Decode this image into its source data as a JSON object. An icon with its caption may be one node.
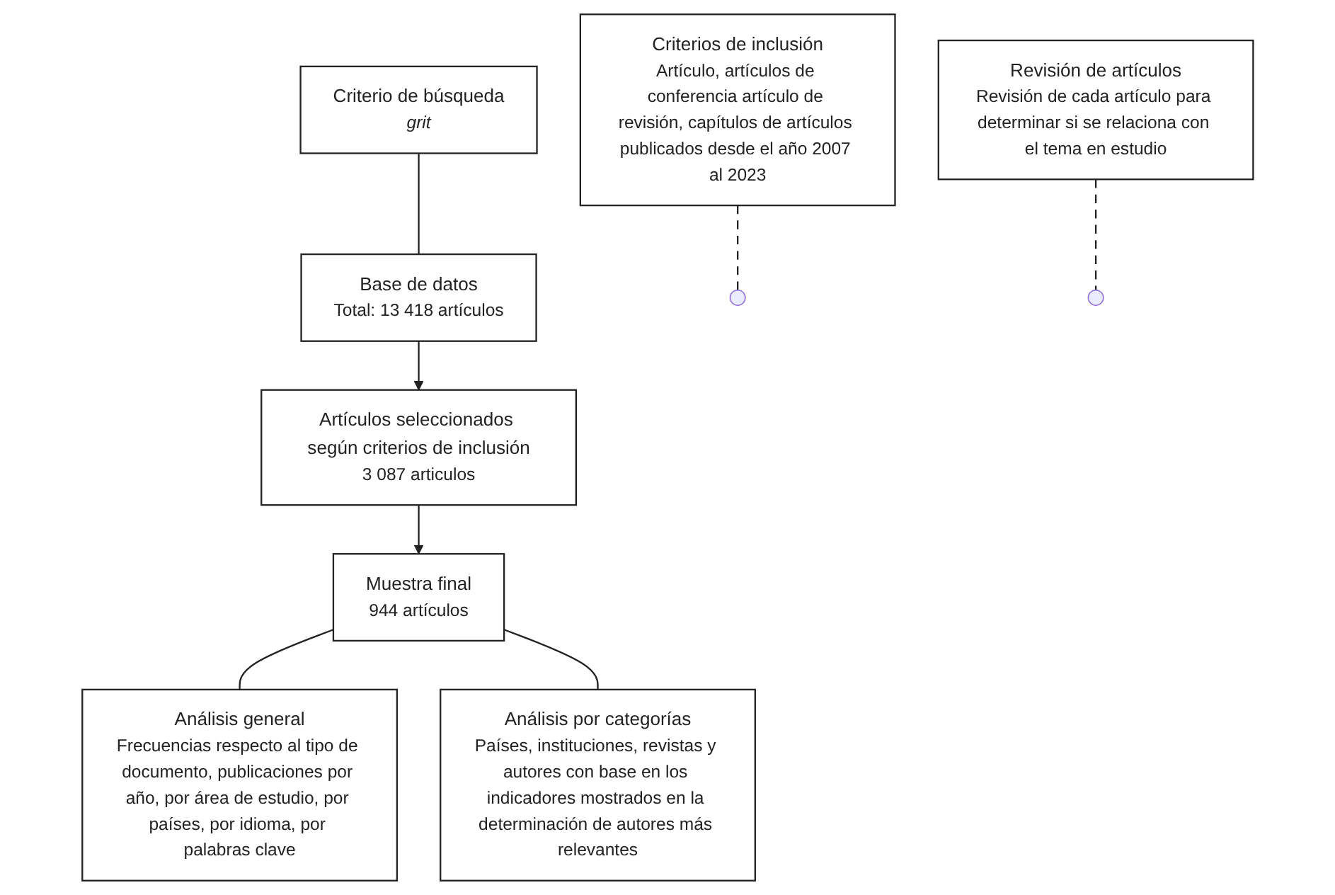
{
  "diagram": {
    "nodes": [
      {
        "text": [
          "Criterio de búsqueda",
          "grit"
        ]
      },
      {
        "text": [
          "Base de datos",
          "Total: 13 418 artículos"
        ]
      },
      {
        "text": [
          "Criterios de inclusión",
          "Artículo, artículos de conferencia artículo de revisión, capítulos de artículos publicados desde el año 2007 al 2023"
        ]
      },
      {
        "text": [
          "Artículos seleccionados según criterios de inclusión",
          "3 087 articulos"
        ]
      },
      {
        "text": [
          "Revisión de artículos",
          "Revisión de cada artículo para determinar si se relaciona con el tema en estudio"
        ]
      },
      {
        "text": [
          "Muestra final",
          "944 artículos"
        ]
      },
      {
        "text": [
          "Análisis general",
          "Frecuencias respecto al tipo de documento, publicaciones por año, por área de estudio, por países, por idioma, por palabras clave"
        ]
      },
      {
        "text": [
          "Análisis por categorías",
          "Países, instituciones, revistas y autores con base en los indicadores mostrados en la determinación de autores más relevantes"
        ]
      }
    ],
    "edges": [
      {
        "from": 0,
        "to": 1,
        "arrow": "none"
      },
      {
        "from": 1,
        "to": 3,
        "arrow": "to"
      },
      {
        "from": 2,
        "to": null,
        "arrow": "none",
        "style": "dashed"
      },
      {
        "from": 3,
        "to": 5,
        "arrow": "to"
      },
      {
        "from": 4,
        "to": null,
        "arrow": "none",
        "style": "dashed"
      },
      {
        "from": 5,
        "to": 6,
        "arrow": "none"
      },
      {
        "from": 5,
        "to": 7,
        "arrow": "none"
      }
    ]
  }
}
